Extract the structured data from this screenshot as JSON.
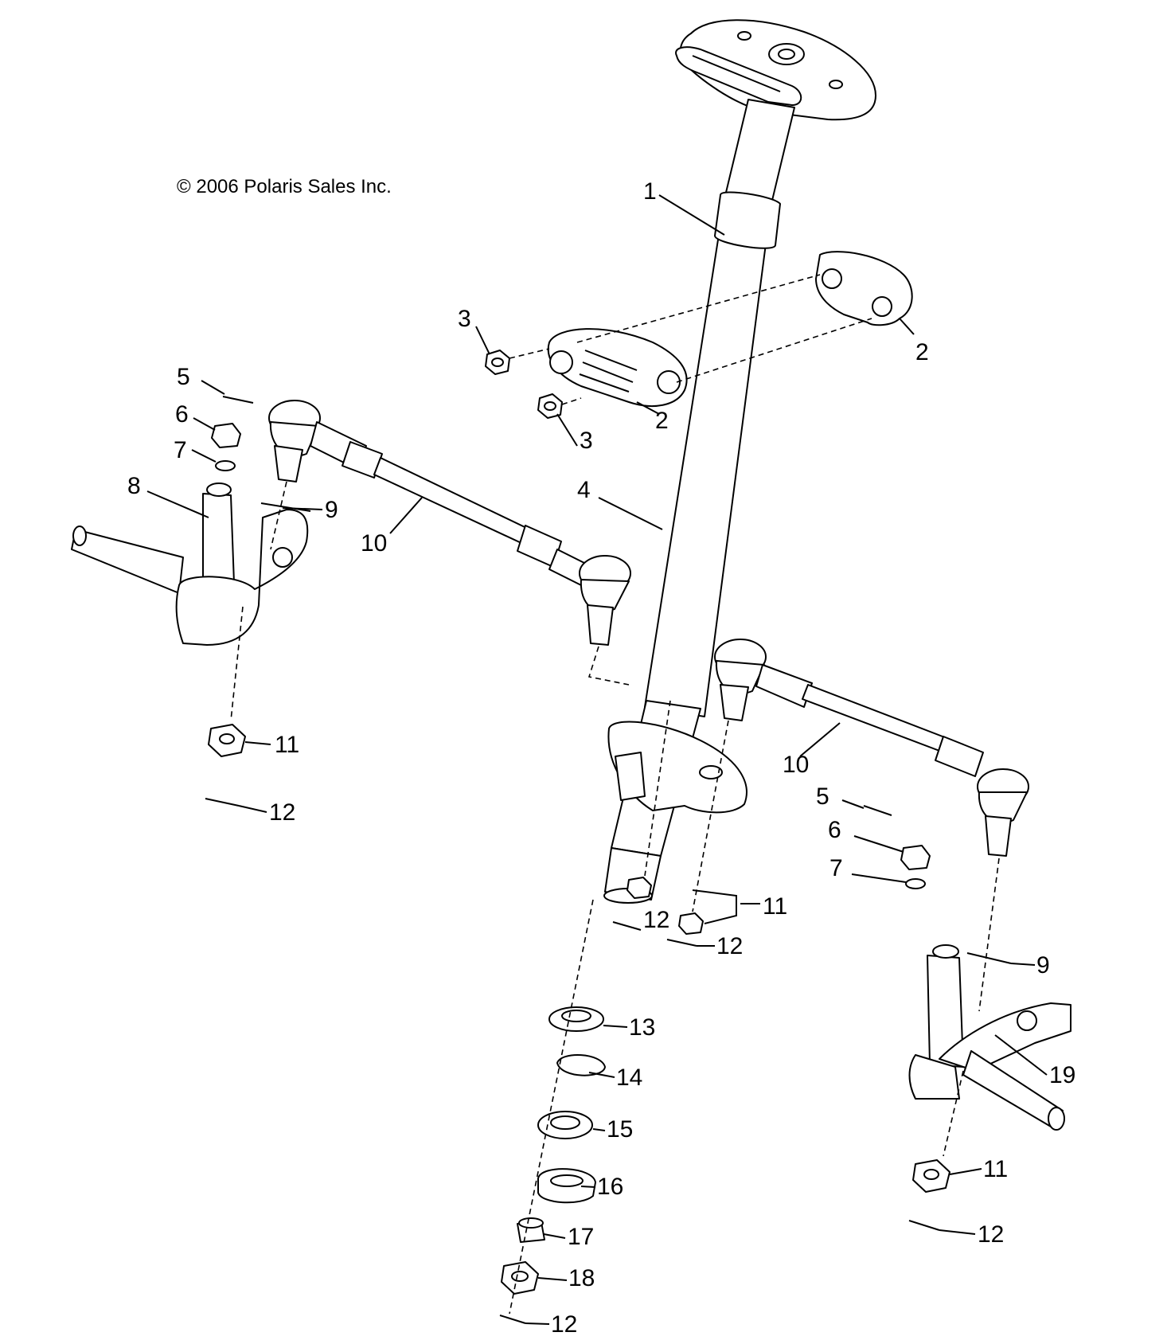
{
  "copyright": "© 2006 Polaris Sales Inc.",
  "callouts": [
    {
      "id": "c1",
      "label": "1"
    },
    {
      "id": "c2a",
      "label": "2"
    },
    {
      "id": "c2b",
      "label": "2"
    },
    {
      "id": "c3a",
      "label": "3"
    },
    {
      "id": "c3b",
      "label": "3"
    },
    {
      "id": "c4",
      "label": "4"
    },
    {
      "id": "c5a",
      "label": "5"
    },
    {
      "id": "c5b",
      "label": "5"
    },
    {
      "id": "c6a",
      "label": "6"
    },
    {
      "id": "c6b",
      "label": "6"
    },
    {
      "id": "c7a",
      "label": "7"
    },
    {
      "id": "c7b",
      "label": "7"
    },
    {
      "id": "c8",
      "label": "8"
    },
    {
      "id": "c9a",
      "label": "9"
    },
    {
      "id": "c9b",
      "label": "9"
    },
    {
      "id": "c10a",
      "label": "10"
    },
    {
      "id": "c10b",
      "label": "10"
    },
    {
      "id": "c11a",
      "label": "11"
    },
    {
      "id": "c11b",
      "label": "11"
    },
    {
      "id": "c11c",
      "label": "11"
    },
    {
      "id": "c12a",
      "label": "12"
    },
    {
      "id": "c12b",
      "label": "12"
    },
    {
      "id": "c12c",
      "label": "12"
    },
    {
      "id": "c12d",
      "label": "12"
    },
    {
      "id": "c12e",
      "label": "12"
    },
    {
      "id": "c13",
      "label": "13"
    },
    {
      "id": "c14",
      "label": "14"
    },
    {
      "id": "c15",
      "label": "15"
    },
    {
      "id": "c16",
      "label": "16"
    },
    {
      "id": "c17",
      "label": "17"
    },
    {
      "id": "c18",
      "label": "18"
    },
    {
      "id": "c19",
      "label": "19"
    }
  ]
}
